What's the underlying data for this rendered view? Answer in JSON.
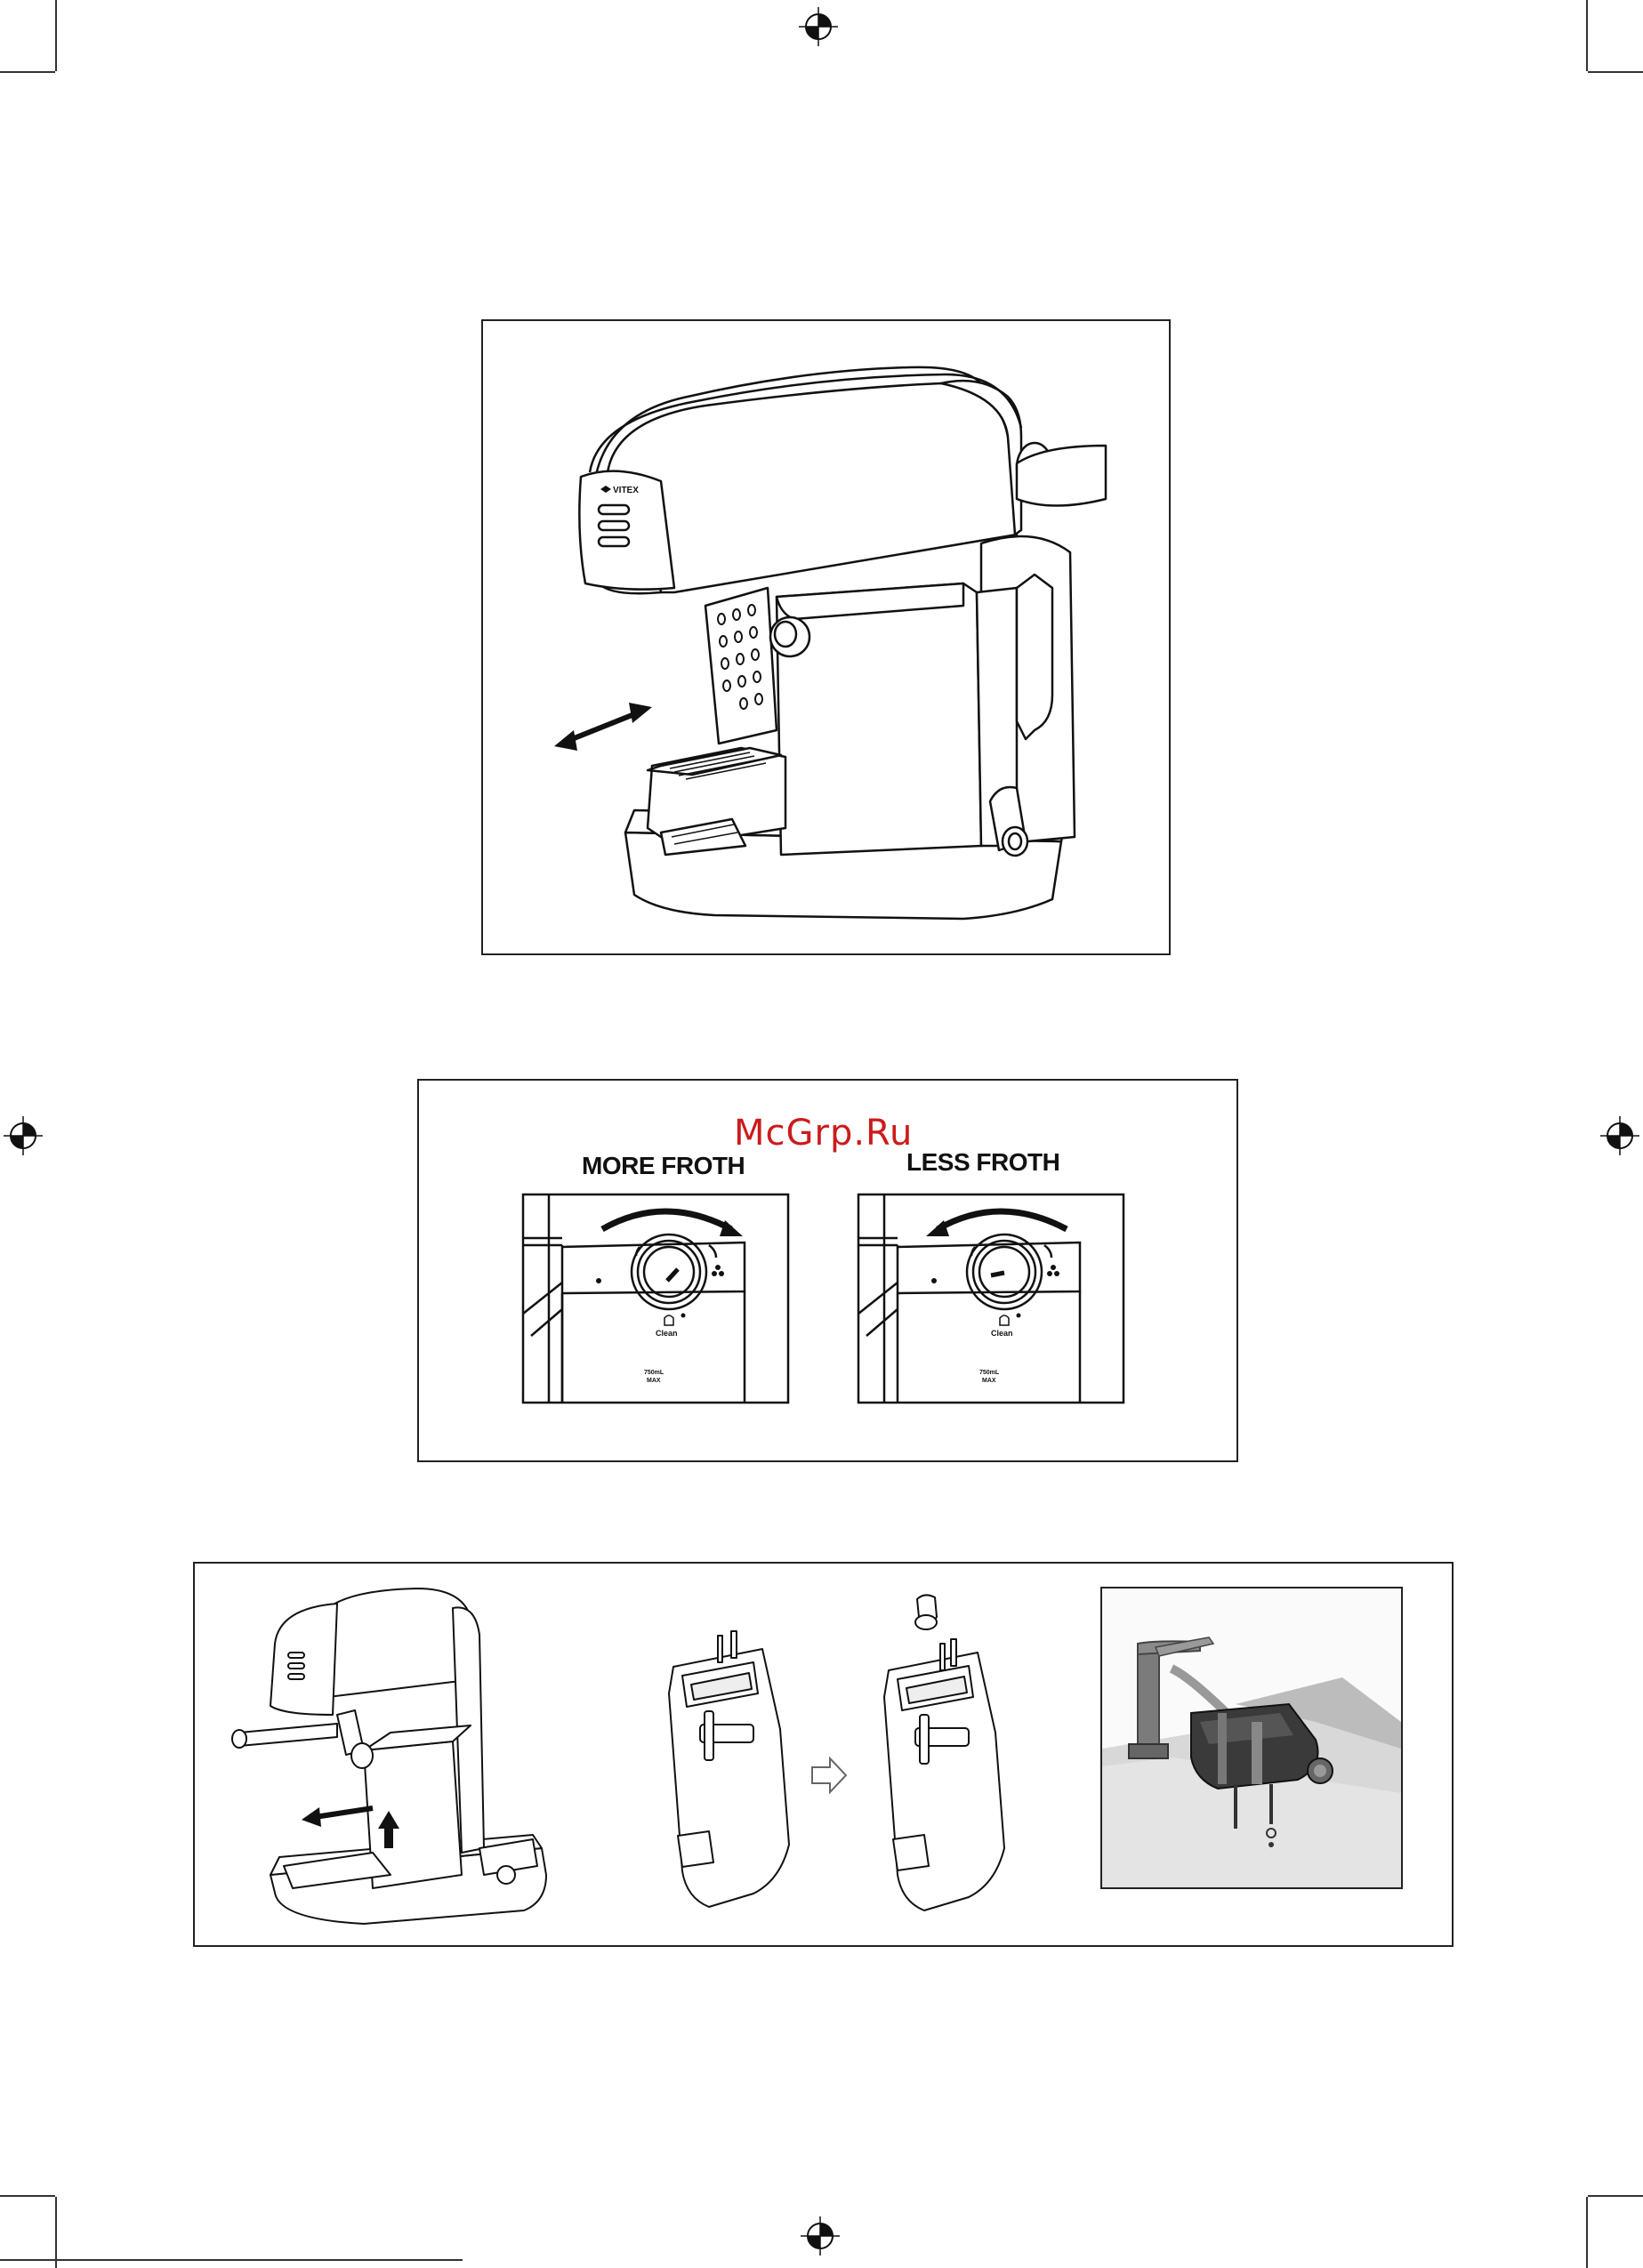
{
  "watermark": "McGrp.Ru",
  "figure1": {
    "brand_label": "VITEX"
  },
  "figure2": {
    "left_title": "MORE FROTH",
    "right_title": "LESS FROTH",
    "clean_label": "Clean",
    "capacity_label": "750mL",
    "max_label": "MAX"
  },
  "icons": [
    "registration-mark-icon",
    "double-arrow-icon",
    "froth-dial-icon",
    "arrow-right-icon",
    "arrow-up-icon",
    "faucet-icon"
  ]
}
